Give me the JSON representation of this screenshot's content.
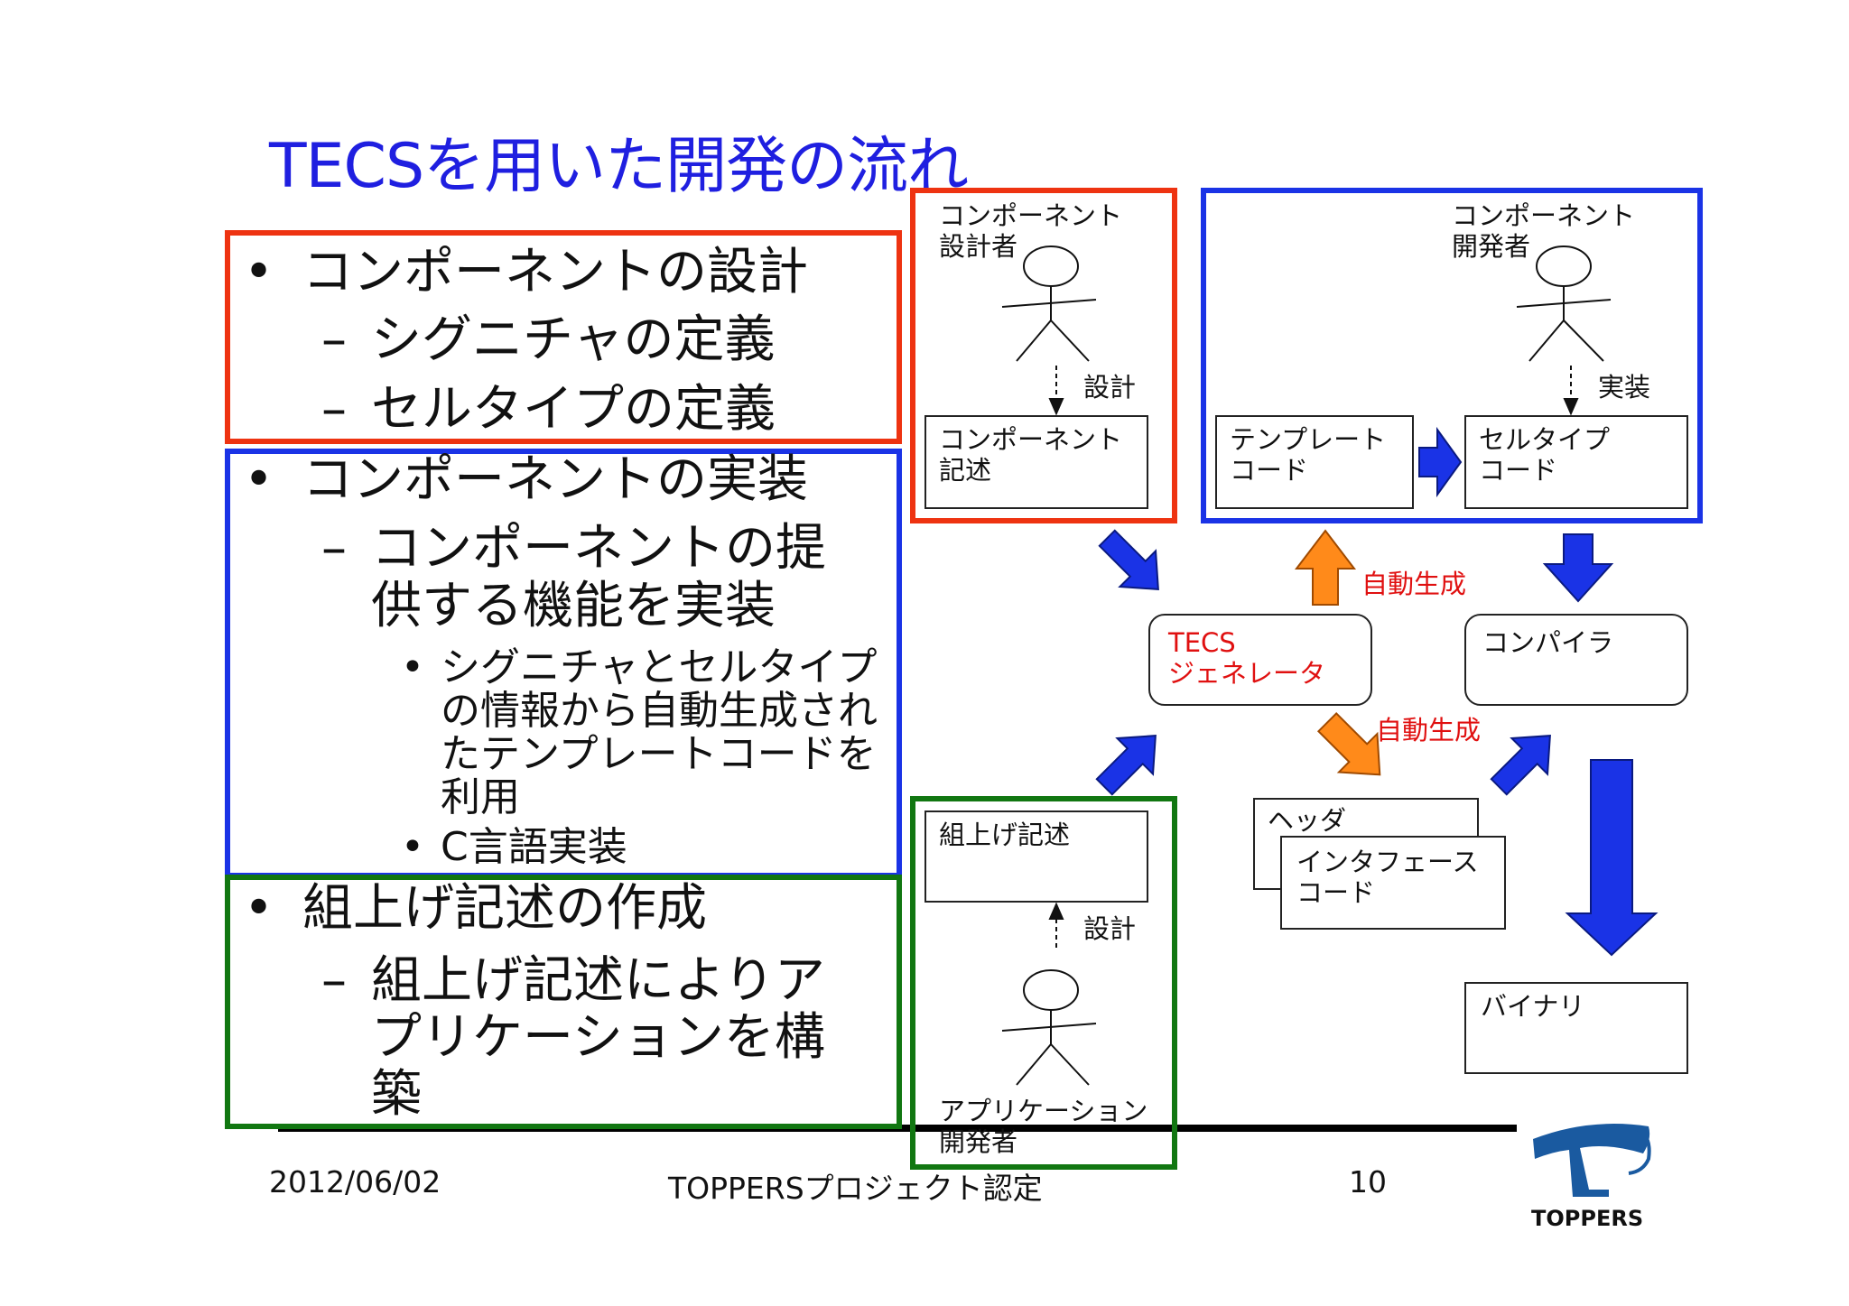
{
  "slide": {
    "title": "TECSを用いた開発の流れ",
    "bullets": {
      "design": {
        "heading": "コンポーネントの設計",
        "subs": [
          "シグニチャの定義",
          "セルタイプの定義"
        ]
      },
      "implement": {
        "heading": "コンポーネントの実装",
        "sub_line1": "コンポーネントの提",
        "sub_line2": "供する機能を実装",
        "sub3_1_lines": [
          "シグニチャとセルタイプ",
          "の情報から自動生成され",
          "たテンプレートコードを",
          "利用"
        ],
        "sub3_2": "C言語実装"
      },
      "compose": {
        "heading": "組上げ記述の作成",
        "sub_lines": [
          "組上げ記述によりア",
          "プリケーションを構",
          "築"
        ]
      }
    },
    "dash": "–",
    "bullet_symbol": "•"
  },
  "diagram": {
    "component_designer": "コンポーネント\n設計者",
    "design_label": "設計",
    "component_desc_box": "コンポーネント\n記述",
    "component_developer": "コンポーネント\n開発者",
    "implement_label": "実装",
    "template_code_box": "テンプレート\nコード",
    "celltype_code_box": "セルタイプ\nコード",
    "auto_gen_1": "自動生成",
    "auto_gen_2": "自動生成",
    "tecs_generator_box": "TECS\nジェネレータ",
    "compiler_box": "コンパイラ",
    "composition_desc_box": "組上げ記述",
    "design_label_2": "設計",
    "app_developer": "アプリケーション\n開発者",
    "header_box": "ヘッダ",
    "interface_code_box": "インタフェース\nコード",
    "binary_box": "バイナリ"
  },
  "footer": {
    "date": "2012/06/02",
    "center": "TOPPERSプロジェクト認定",
    "page": "10",
    "logo_text": "TOPPERS"
  },
  "colors": {
    "title": "#1f1fe0",
    "red_frame": "#ee3311",
    "blue_frame": "#1a33e6",
    "green_frame": "#117711",
    "blue_arrow": "#1a33e6",
    "orange_arrow": "#ff8a1a",
    "auto_gen_text": "#e01010",
    "logo": "#1a5aa0"
  }
}
